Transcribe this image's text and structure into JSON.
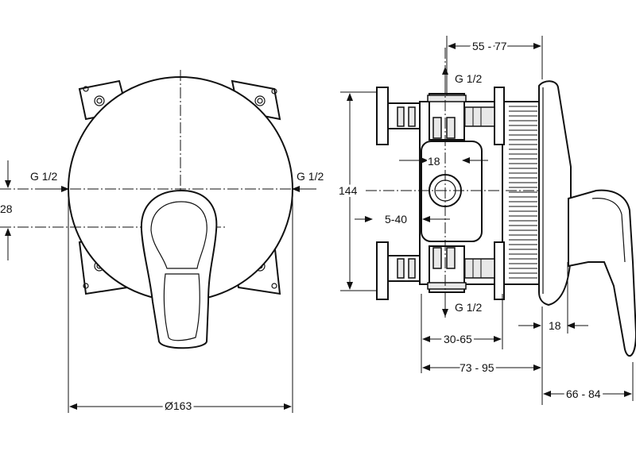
{
  "front_view": {
    "inlet_left": "G 1/2",
    "inlet_right": "G 1/2",
    "dim_offset": "28",
    "dim_diameter": "Ø163"
  },
  "side_view": {
    "dim_top_width": "55 - 77",
    "outlet_top": "G 1/2",
    "outlet_bottom": "G 1/2",
    "dim_height": "144",
    "dim_port": "18",
    "dim_cover": "5-40",
    "dim_handle": "18",
    "dim_mount": "30-65",
    "dim_body": "73 - 95",
    "dim_total": "66 - 84"
  },
  "colors": {
    "line": "#111111",
    "background": "#ffffff"
  }
}
